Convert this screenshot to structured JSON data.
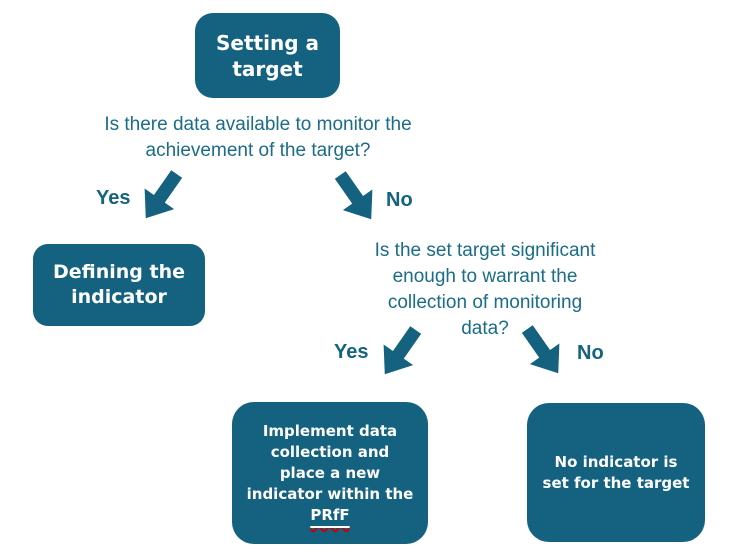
{
  "colors": {
    "node_fill": "#146280",
    "node_text": "#ffffff",
    "question_text": "#1a6c88",
    "label_text": "#14637f",
    "arrow_fill": "#146280",
    "squiggle_red": "#cc0000",
    "background": "#ffffff"
  },
  "nodes": {
    "setting": {
      "lines": [
        "Setting a",
        "target"
      ]
    },
    "defining": {
      "lines": [
        "Defining the",
        "indicator"
      ]
    },
    "implement": {
      "lines": [
        "Implement data",
        "collection and",
        "place a new",
        "indicator within the"
      ],
      "highlight": "PRfF"
    },
    "no_indicator": {
      "lines": [
        "No indicator is",
        "set for the target"
      ]
    }
  },
  "questions": {
    "q1": {
      "lines": [
        "Is there data available to monitor the",
        "achievement of the target?"
      ]
    },
    "q2": {
      "lines": [
        "Is the set target significant",
        "enough to warrant the",
        "collection of monitoring",
        "data?"
      ]
    }
  },
  "labels": {
    "yes1": "Yes",
    "no1": "No",
    "yes2": "Yes",
    "no2": "No"
  },
  "arrows": [
    {
      "name": "arrow-yes-1",
      "direction": "down-left"
    },
    {
      "name": "arrow-no-1",
      "direction": "down-right"
    },
    {
      "name": "arrow-yes-2",
      "direction": "down-left"
    },
    {
      "name": "arrow-no-2",
      "direction": "down-right"
    }
  ]
}
